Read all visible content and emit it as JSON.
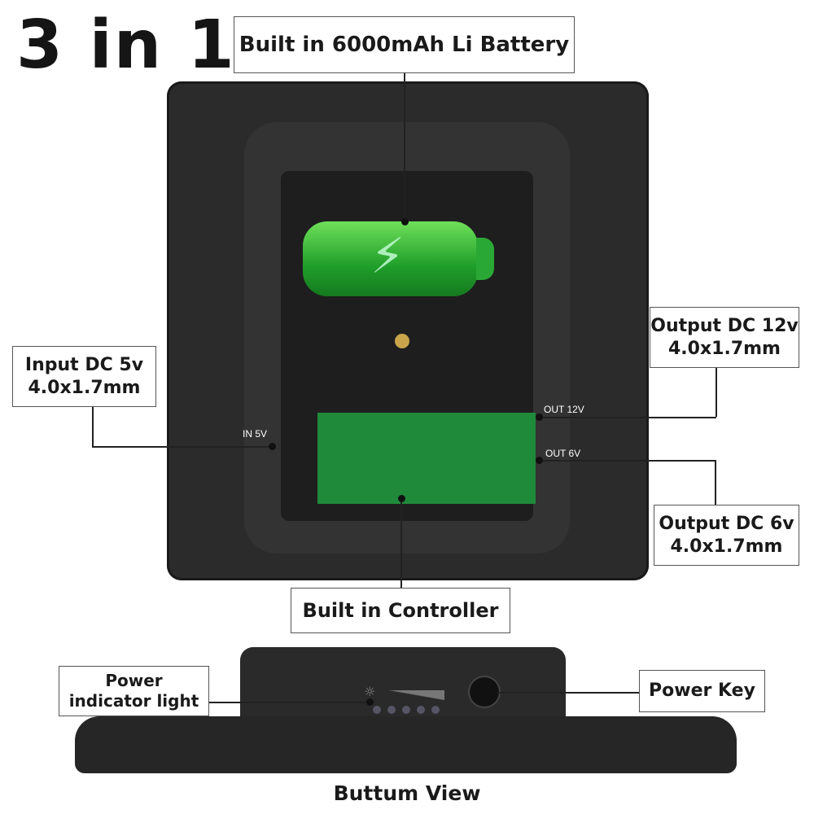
{
  "headline": "3 in 1",
  "callouts": {
    "battery": "Built in 6000mAh Li Battery",
    "input": [
      "Input DC 5v",
      "4.0x1.7mm"
    ],
    "output12": [
      "Output DC 12v",
      "4.0x1.7mm"
    ],
    "output6": [
      "Output DC 6v",
      "4.0x1.7mm"
    ],
    "controller": "Built in Controller",
    "power_light": [
      "Power",
      "indicator light"
    ],
    "power_key": "Power Key"
  },
  "port_labels": {
    "in5": "IN 5V",
    "out12": "OUT 12V",
    "out6": "OUT 6V"
  },
  "caption": "Buttum View",
  "colors": {
    "battery_green": "#2aa835",
    "pcb_green": "#1f8a3a",
    "body": "#2b2b2b"
  }
}
